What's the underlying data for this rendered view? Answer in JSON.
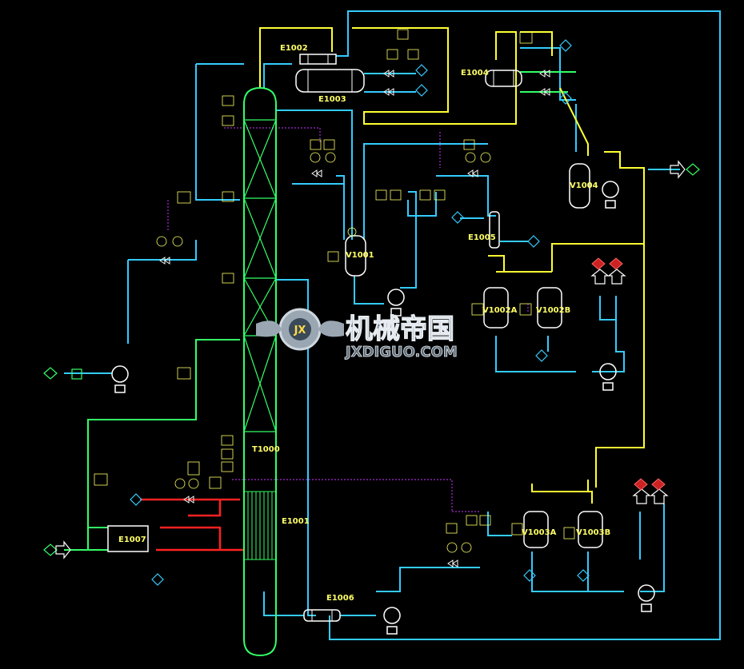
{
  "equipment": {
    "E1002": "E1002",
    "E1003": "E1003",
    "E1004": "E1004",
    "E1005": "E1005",
    "E1006": "E1006",
    "E1007": "E1007",
    "E1001": "E1001",
    "T1000": "T1000",
    "V1001": "V1001",
    "V1004": "V1004",
    "V1002A": "V1002A",
    "V1002B": "V1002B",
    "V1003A": "V1003A",
    "V1003B": "V1003B"
  },
  "watermark": {
    "chinese": "机械帝国",
    "latin": "JXDIGUO.COM",
    "badge": "JX"
  },
  "colors": {
    "background": "#000000",
    "process_line": "#33ccff",
    "green_line": "#33ff66",
    "yellow_line": "#ffff33",
    "red_line": "#ff2222",
    "magenta_signal": "#cc33ff",
    "equipment_outline": "#ffffff",
    "label_text": "#ffff66"
  }
}
